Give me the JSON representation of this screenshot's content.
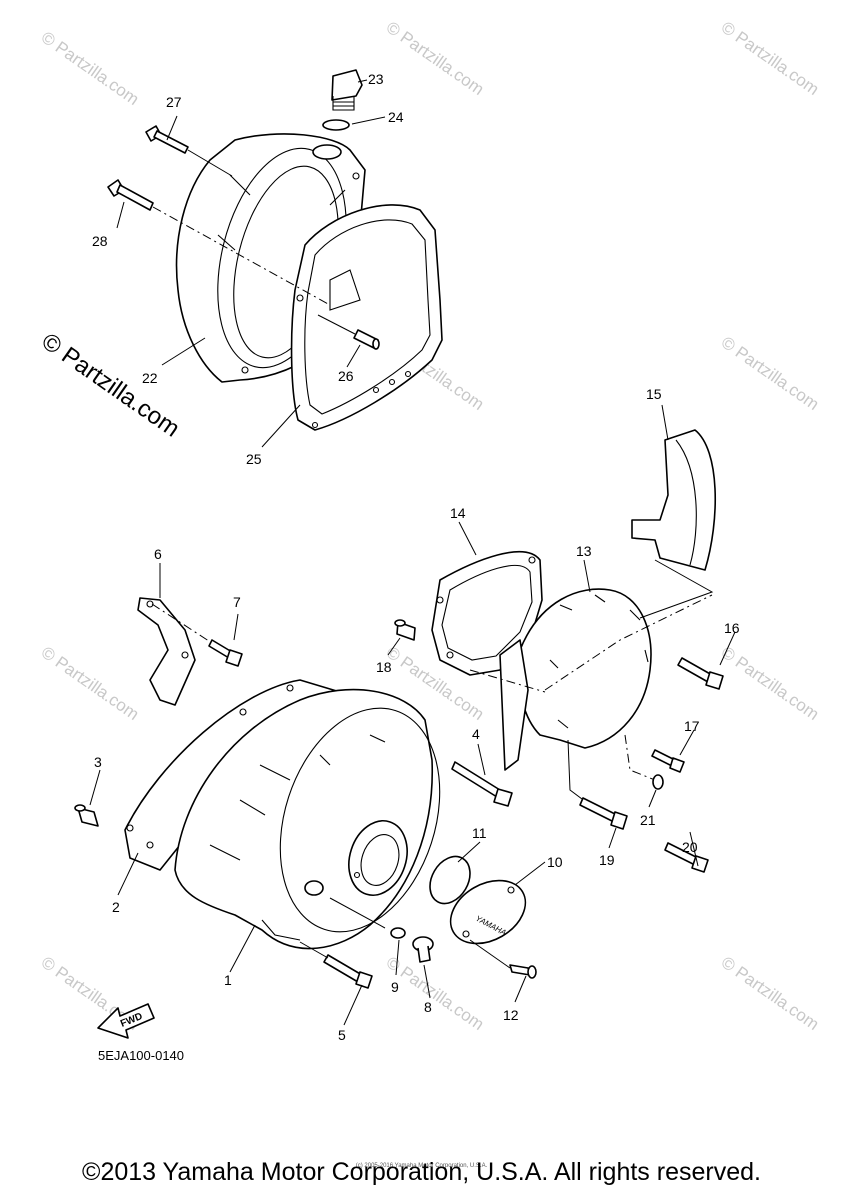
{
  "watermark": {
    "large": "© Partzilla.com",
    "small": "© Partzilla.com"
  },
  "fwd_label": "FWD",
  "cover_logo": "YAMAHA",
  "diagram_code": "5EJA100-0140",
  "small_credit": "(c) 2005-2016 Yamaha Motor Corporation, U.S.A.",
  "copyright": "©2013 Yamaha Motor Corporation, U.S.A. All rights reserved.",
  "callouts": {
    "c1": "1",
    "c2": "2",
    "c3": "3",
    "c4": "4",
    "c5": "5",
    "c6": "6",
    "c7": "7",
    "c8": "8",
    "c9": "9",
    "c10": "10",
    "c11": "11",
    "c12": "12",
    "c13": "13",
    "c14": "14",
    "c15": "15",
    "c16": "16",
    "c17": "17",
    "c18": "18",
    "c19": "19",
    "c20": "20",
    "c21": "21",
    "c22": "22",
    "c23": "23",
    "c24": "24",
    "c25": "25",
    "c26": "26",
    "c27": "27",
    "c28": "28"
  }
}
